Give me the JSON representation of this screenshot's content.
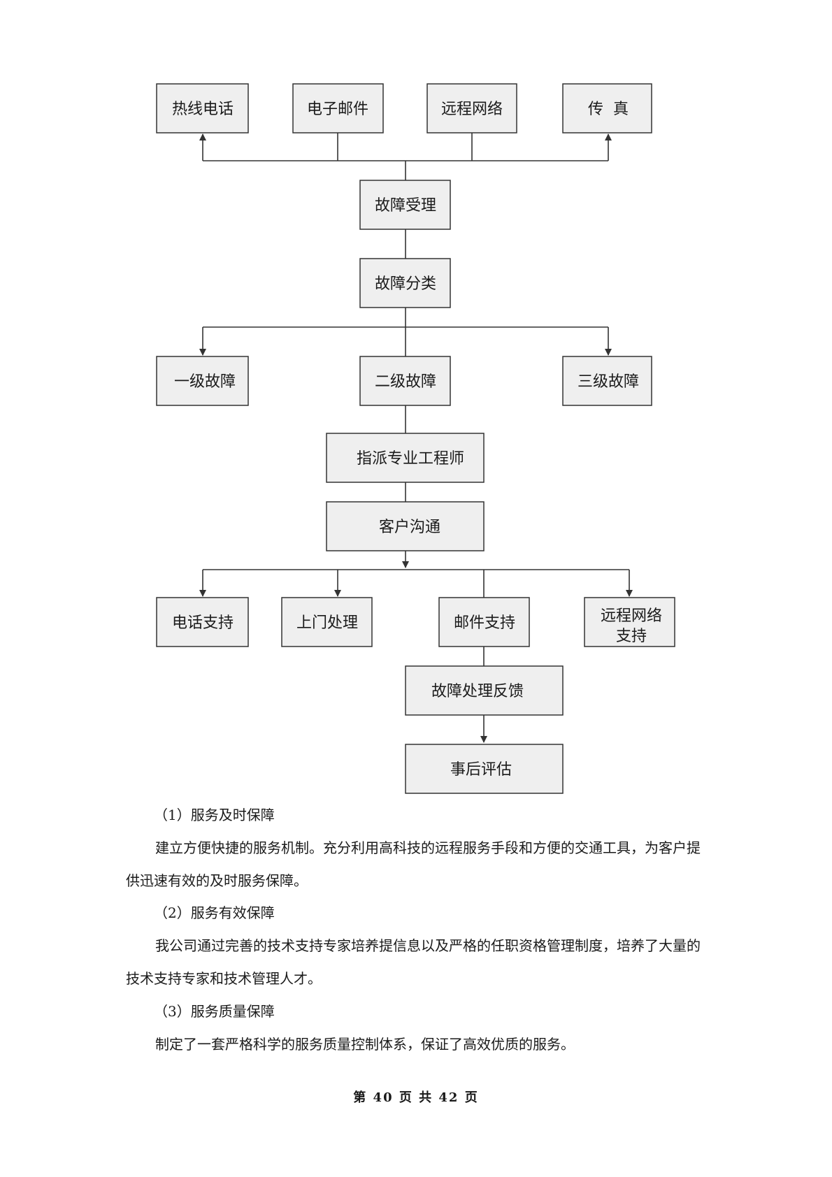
{
  "flowchart": {
    "nodes": {
      "hotline": "热线电话",
      "email": "电子邮件",
      "remote": "远程网络",
      "fax": "传  真",
      "acceptance": "故障受理",
      "classification": "故障分类",
      "level1": "一级故障",
      "level2": "二级故障",
      "level3": "三级故障",
      "assign_engineer": "指派专业工程师",
      "customer_comm": "客户沟通",
      "phone_support": "电话支持",
      "onsite": "上门处理",
      "mail_support": "邮件支持",
      "remote_support_line1": "远程网络",
      "remote_support_line2": "支持",
      "feedback": "故障处理反馈",
      "evaluation": "事后评估"
    }
  },
  "sections": [
    {
      "heading": "（1）服务及时保障",
      "body": "建立方便快捷的服务机制。充分利用高科技的远程服务手段和方便的交通工具，为客户提供迅速有效的及时服务保障。"
    },
    {
      "heading": "（2）服务有效保障",
      "body": "我公司通过完善的技术支持专家培养提信息以及严格的任职资格管理制度，培养了大量的技术支持专家和技术管理人才。"
    },
    {
      "heading": "（3）服务质量保障",
      "body": "制定了一套严格科学的服务质量控制体系，保证了高效优质的服务。"
    }
  ],
  "footer": "第 40 页 共 42 页"
}
